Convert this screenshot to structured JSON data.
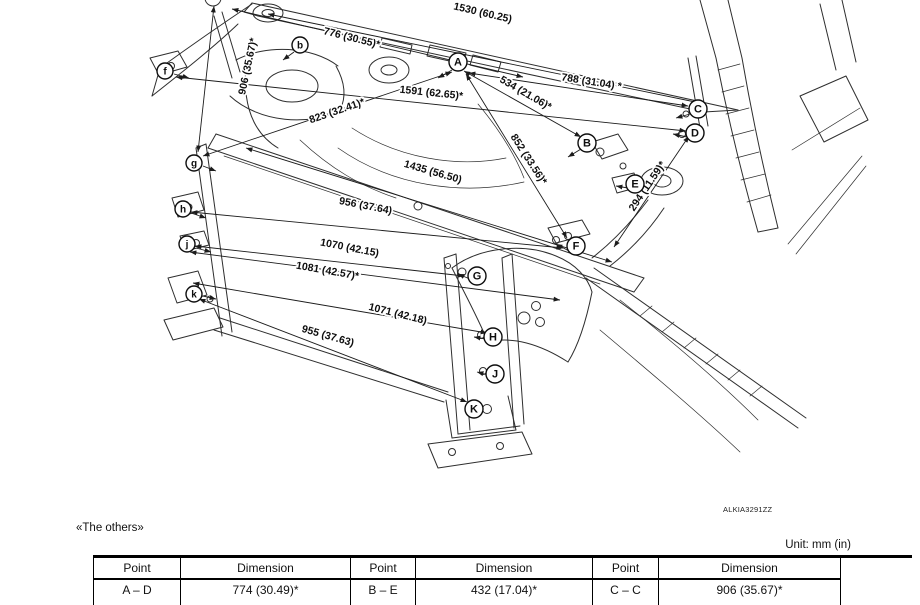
{
  "page": {
    "caption": "«The others»",
    "unit_label": "Unit: mm (in)",
    "figure_code": "ALKIA3291ZZ"
  },
  "diagram": {
    "dims": [
      "1530 (60.25)",
      "776 (30.55)*",
      "906 (35.67)*",
      "1591 (62.65)*",
      "534 (21.06)*",
      "788 (31.04) *",
      "823 (32.41)*",
      "852 (33.56)*",
      "294 (11.59)*",
      "1435 (56.50)",
      "956 (37.64)",
      "1070 (42.15)",
      "1081 (42.57)*",
      "1071 (42.18)",
      "955 (37.63)"
    ],
    "points": [
      "A",
      "B",
      "C",
      "D",
      "E",
      "F",
      "G",
      "H",
      "J",
      "K",
      "b",
      "f",
      "g",
      "h",
      "j",
      "k"
    ]
  },
  "table": {
    "headers": [
      "Point",
      "Dimension",
      "Point",
      "Dimension",
      "Point",
      "Dimension"
    ],
    "rows": [
      [
        "A – D",
        "774 (30.49)*",
        "B – E",
        "432 (17.04)*",
        "C – C",
        "906 (35.67)*"
      ]
    ]
  }
}
